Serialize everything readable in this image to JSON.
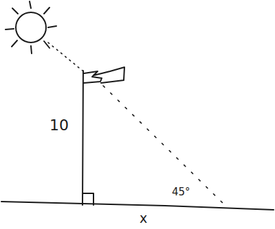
{
  "diagram": {
    "labels": [
      "10",
      "45°",
      "x"
    ]
  }
}
